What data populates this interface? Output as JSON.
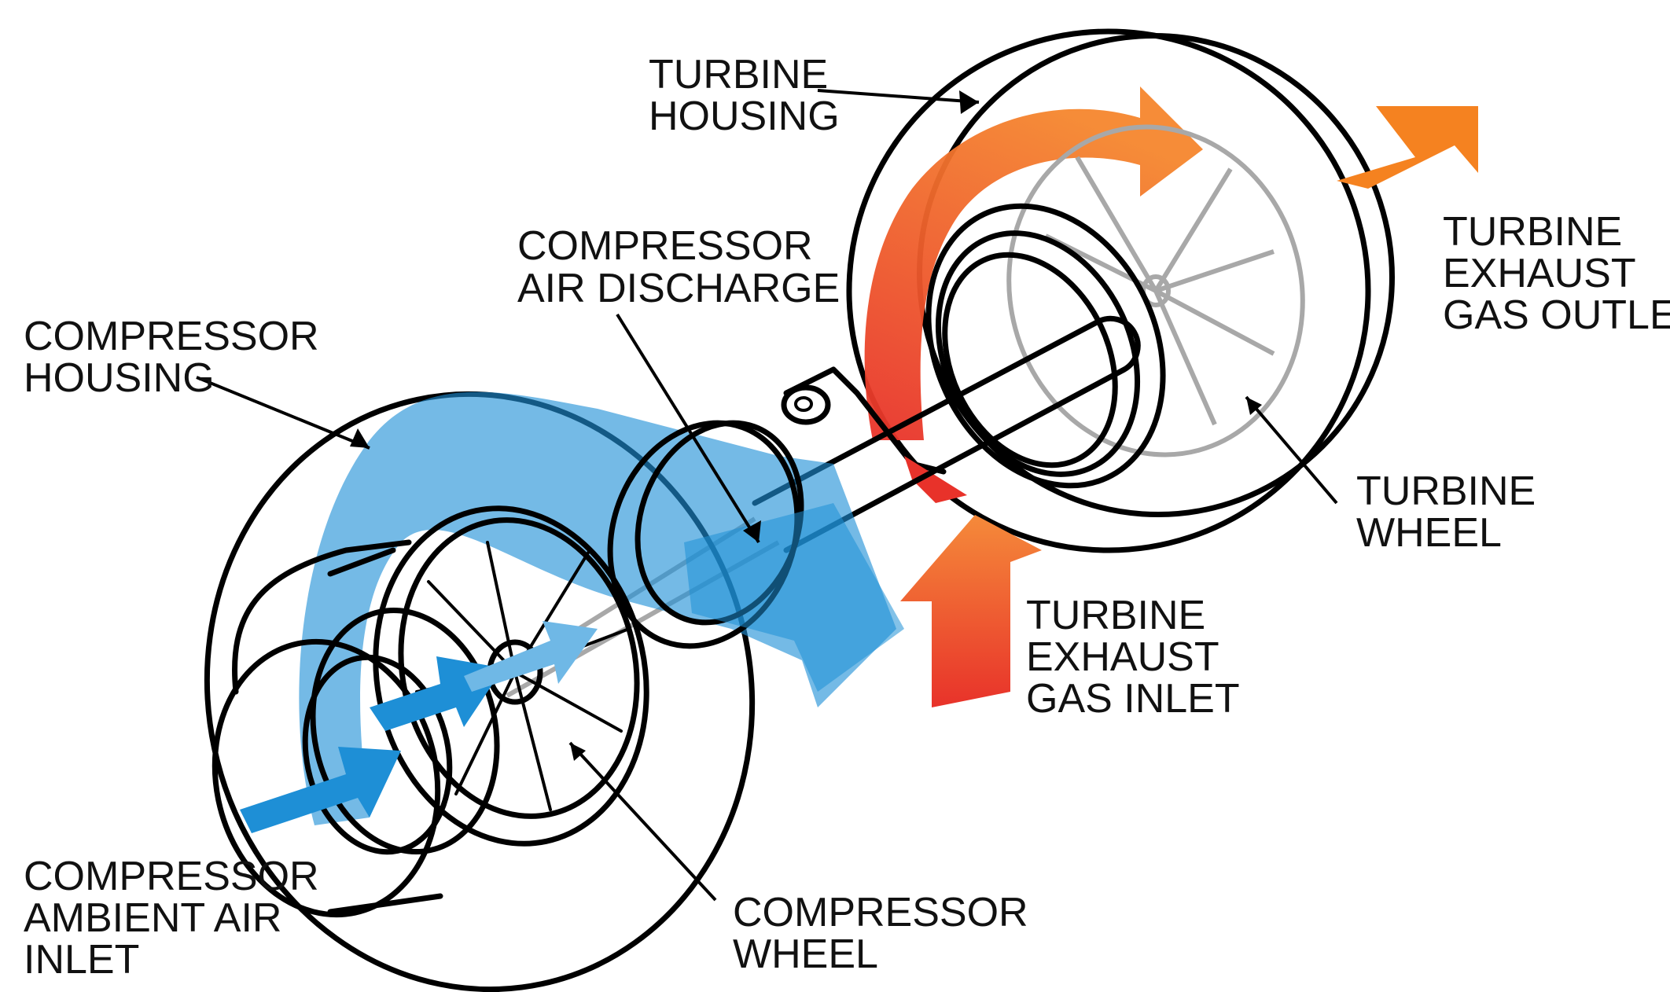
{
  "labels": {
    "turbine_housing": [
      "TURBINE",
      "HOUSING"
    ],
    "compressor_air_discharge": [
      "COMPRESSOR",
      "AIR DISCHARGE"
    ],
    "compressor_housing": [
      "COMPRESSOR",
      "HOUSING"
    ],
    "turbine_exhaust_gas_outlet": [
      "TURBINE",
      "EXHAUST",
      "GAS OUTLET"
    ],
    "turbine_wheel": [
      "TURBINE",
      "WHEEL"
    ],
    "turbine_exhaust_gas_inlet": [
      "TURBINE",
      "EXHAUST",
      "GAS INLET"
    ],
    "compressor_ambient_air_inlet": [
      "COMPRESSOR",
      "AMBIENT AIR",
      "INLET"
    ],
    "compressor_wheel": [
      "COMPRESSOR",
      "WHEEL"
    ]
  },
  "colors": {
    "cold_air": "#1e8fd6",
    "cold_air_light": "#6fb8e6",
    "hot_gas": "#e8322a",
    "exhaust_orange": "#f58220",
    "outline": "#000000",
    "wheel_gray": "#a8a8a8"
  }
}
